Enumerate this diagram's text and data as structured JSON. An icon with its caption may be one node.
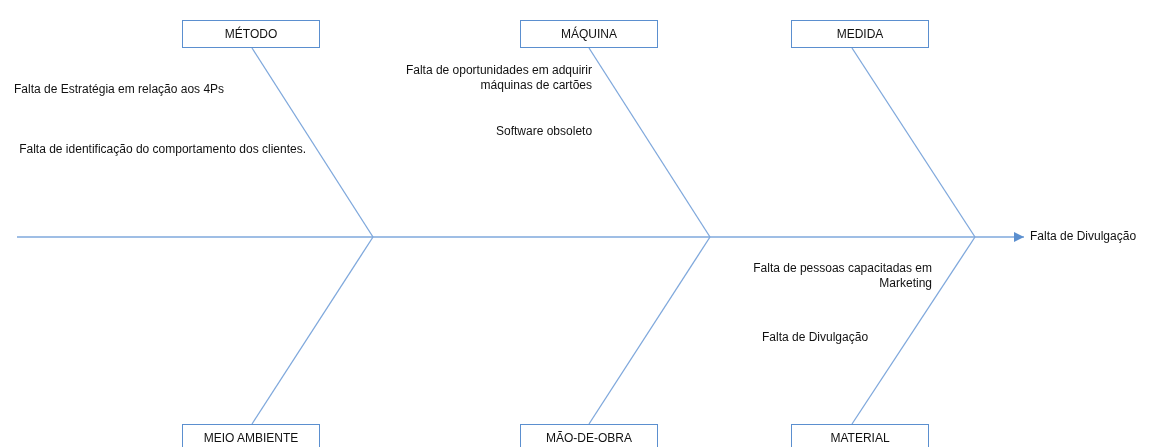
{
  "diagram": {
    "nodes": [
      {
        "text": [
          "MÉTODO"
        ]
      },
      {
        "text": [
          "MÁQUINA"
        ]
      },
      {
        "text": [
          "MEDIDA"
        ]
      },
      {
        "text": [
          "Falta de Divulgação"
        ]
      },
      {
        "text": [
          "MEIO AMBIENTE"
        ]
      },
      {
        "text": [
          "MÃO-DE-OBRA"
        ]
      },
      {
        "text": [
          "MATERIAL"
        ]
      }
    ],
    "edges": [
      {
        "from": null,
        "to": 3,
        "arrow": "to"
      },
      {
        "from": 0,
        "to": null,
        "arrow": "none"
      },
      {
        "from": 4,
        "to": null,
        "arrow": "none"
      },
      {
        "from": 1,
        "to": null,
        "arrow": "none"
      },
      {
        "from": 5,
        "to": null,
        "arrow": "none"
      },
      {
        "from": 2,
        "to": null,
        "arrow": "none"
      },
      {
        "from": 6,
        "to": null,
        "arrow": "none"
      }
    ],
    "labels": [
      "Falta de Estratégia em relação aos 4Ps",
      "Falta de identificação do comportamento dos clientes.",
      "Falta de oportunidades em adquirir máquinas de cartões",
      "Software obsoleto",
      "Falta de pessoas capacitadas em Marketing",
      "Falta de Divulgação"
    ]
  }
}
